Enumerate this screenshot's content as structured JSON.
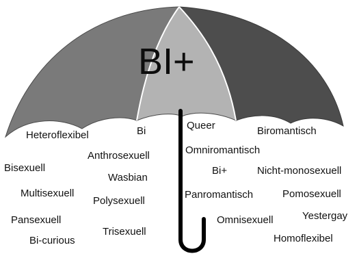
{
  "umbrella": {
    "title": "BI+",
    "colors": {
      "left_panel": "#7a7a7a",
      "center_panel": "#b3b3b3",
      "right_panel": "#4d4d4d",
      "seams": "#ffffff",
      "handle": "#000000"
    }
  },
  "terms": {
    "heteroflexibel": "Heteroflexibel",
    "bi": "Bi",
    "queer": "Queer",
    "biromantisch": "Biromantisch",
    "anthrosexuell": "Anthrosexuell",
    "omniromantisch": "Omniromantisch",
    "bisexuell": "Bisexuell",
    "wasbian": "Wasbian",
    "bi_plus": "Bi+",
    "nicht_monosexuell": "Nicht-monosexuell",
    "multisexuell": "Multisexuell",
    "polysexuell": "Polysexuell",
    "panromantisch": "Panromantisch",
    "pomosexuell": "Pomosexuell",
    "pansexuell": "Pansexuell",
    "yestergay": "Yestergay",
    "omnisexuell": "Omnisexuell",
    "trisexuell": "Trisexuell",
    "bi_curious": "Bi-curious",
    "homoflexibel": "Homoflexibel"
  }
}
